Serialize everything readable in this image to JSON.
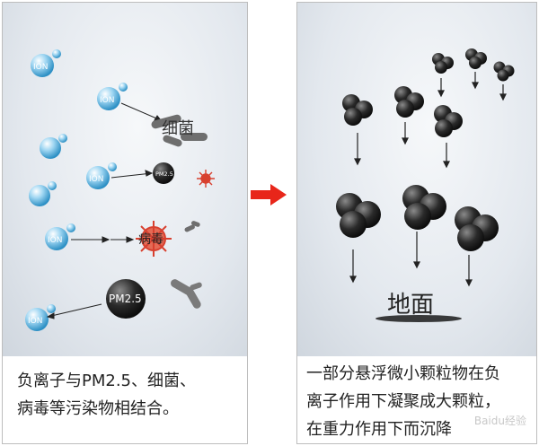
{
  "left": {
    "caption_line1": "负离子与PM2.5、细菌、",
    "caption_line2": "病毒等污染物相结合。",
    "ion_label": "ION",
    "bacteria_label": "细菌",
    "virus_label": "病毒",
    "pm_small_label": "PM2.5",
    "pm_large_label": "PM2.5"
  },
  "right": {
    "caption_line1": "一部分悬浮微小颗粒物在负",
    "caption_line2": "离子作用下凝聚成大颗粒，",
    "caption_line3": "在重力作用下而沉降",
    "ground_label": "地面"
  },
  "watermark": "Baidu经验",
  "colors": {
    "ion": "#5ab4e0",
    "particle": "#2b2b2b",
    "virus": "#d8402f",
    "arrow": "#e8261a"
  }
}
